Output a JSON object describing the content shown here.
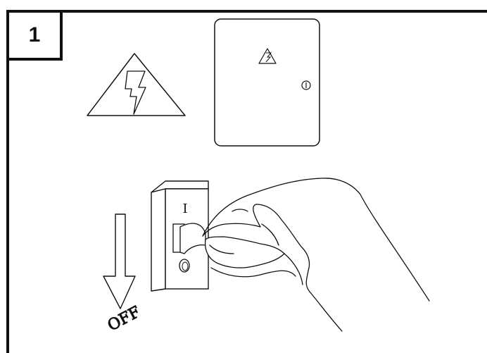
{
  "step_number": "1",
  "switch_on_label": "I",
  "switch_off_label": "O",
  "off_label": "OFF",
  "colors": {
    "line": "#111111",
    "background": "#ffffff"
  },
  "icons": [
    "high-voltage-warning-icon",
    "electrical-cabinet-icon",
    "down-arrow-icon",
    "hand-icon"
  ]
}
